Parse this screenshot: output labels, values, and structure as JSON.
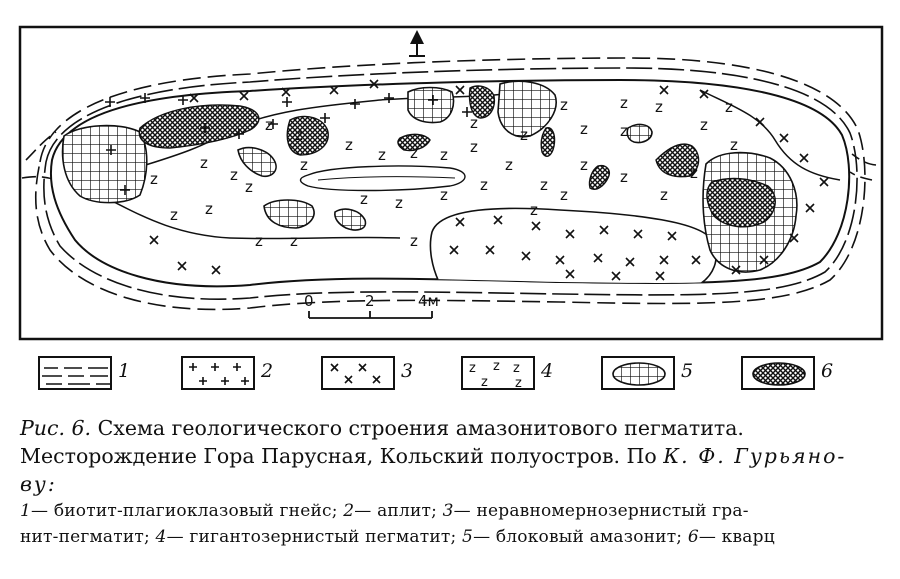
{
  "scale_bar": {
    "ticks": [
      "0",
      "2",
      "4м"
    ]
  },
  "legend": [
    {
      "num": "1",
      "pattern": "dashes",
      "icon": "dashed-lines-icon"
    },
    {
      "num": "2",
      "pattern": "plus",
      "icon": "plus-signs-icon"
    },
    {
      "num": "3",
      "pattern": "cross",
      "icon": "cross-signs-icon"
    },
    {
      "num": "4",
      "pattern": "z",
      "icon": "z-letters-icon"
    },
    {
      "num": "5",
      "pattern": "grid",
      "icon": "grid-blob-icon"
    },
    {
      "num": "6",
      "pattern": "stipple",
      "icon": "stippled-blob-icon"
    }
  ],
  "caption": {
    "fig_label": "Рис. 6.",
    "title_line1": " Схема геологического строения амазонитового пегматита.",
    "title_line2_a": "Месторождение Гора Парусная, Кольский полуостров. По ",
    "author_a": "К. Ф. Гурьяно-",
    "author_b": "ву:",
    "items_line1": [
      {
        "num": "1",
        "text": "— биотит-плагиоклазовый гнейс; "
      },
      {
        "num": "2",
        "text": "— аплит; "
      },
      {
        "num": "3",
        "text": "— неравномернозернистый гра-"
      }
    ],
    "items_line2_start": "нит-пегматит; ",
    "items_line2": [
      {
        "num": "4",
        "text": "— гигантозернистый пегматит; "
      },
      {
        "num": "5",
        "text": "— блоковый амазонит; "
      },
      {
        "num": "6",
        "text": "— кварц"
      }
    ]
  }
}
